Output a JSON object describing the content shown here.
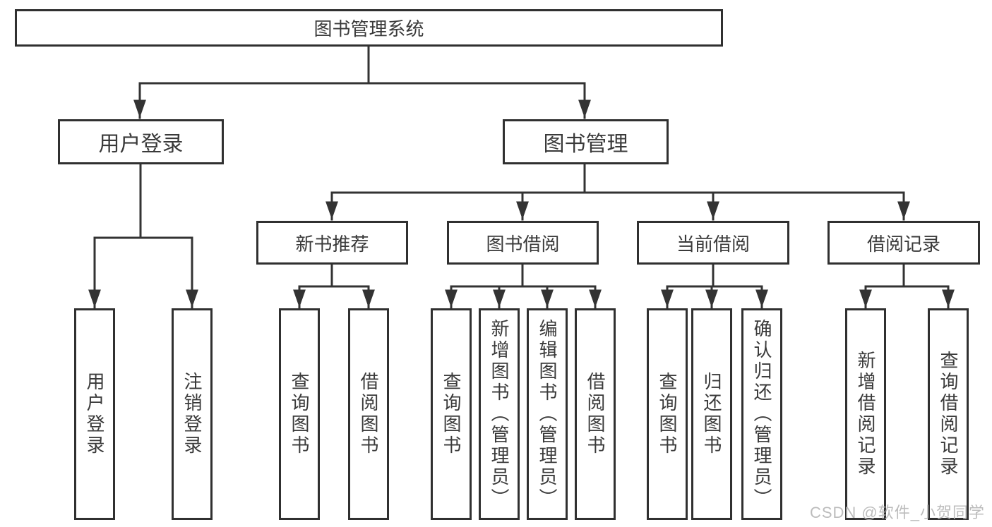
{
  "diagram": {
    "root": {
      "label": "图书管理系统"
    },
    "branches": [
      {
        "label": "用户登录",
        "children": [
          {
            "label": "用户登录"
          },
          {
            "label": "注销登录"
          }
        ]
      },
      {
        "label": "图书管理",
        "children": [
          {
            "label": "新书推荐",
            "children": [
              {
                "label": "查询图书"
              },
              {
                "label": "借阅图书"
              }
            ]
          },
          {
            "label": "图书借阅",
            "children": [
              {
                "label": "查询图书"
              },
              {
                "label": "新增图书（管理员）"
              },
              {
                "label": "编辑图书（管理员）"
              },
              {
                "label": "借阅图书"
              }
            ]
          },
          {
            "label": "当前借阅",
            "children": [
              {
                "label": "查询图书"
              },
              {
                "label": "归还图书"
              },
              {
                "label": "确认归还（管理员）"
              }
            ]
          },
          {
            "label": "借阅记录",
            "children": [
              {
                "label": "新增借阅记录"
              },
              {
                "label": "查询借阅记录"
              }
            ]
          }
        ]
      }
    ]
  },
  "watermark": {
    "text": "CSDN @软件_小贺同学"
  },
  "colors": {
    "line": "#333333",
    "box_border": "#303030",
    "text": "#3a3a3a",
    "watermark": "#b5b5b5",
    "background": "#ffffff"
  }
}
